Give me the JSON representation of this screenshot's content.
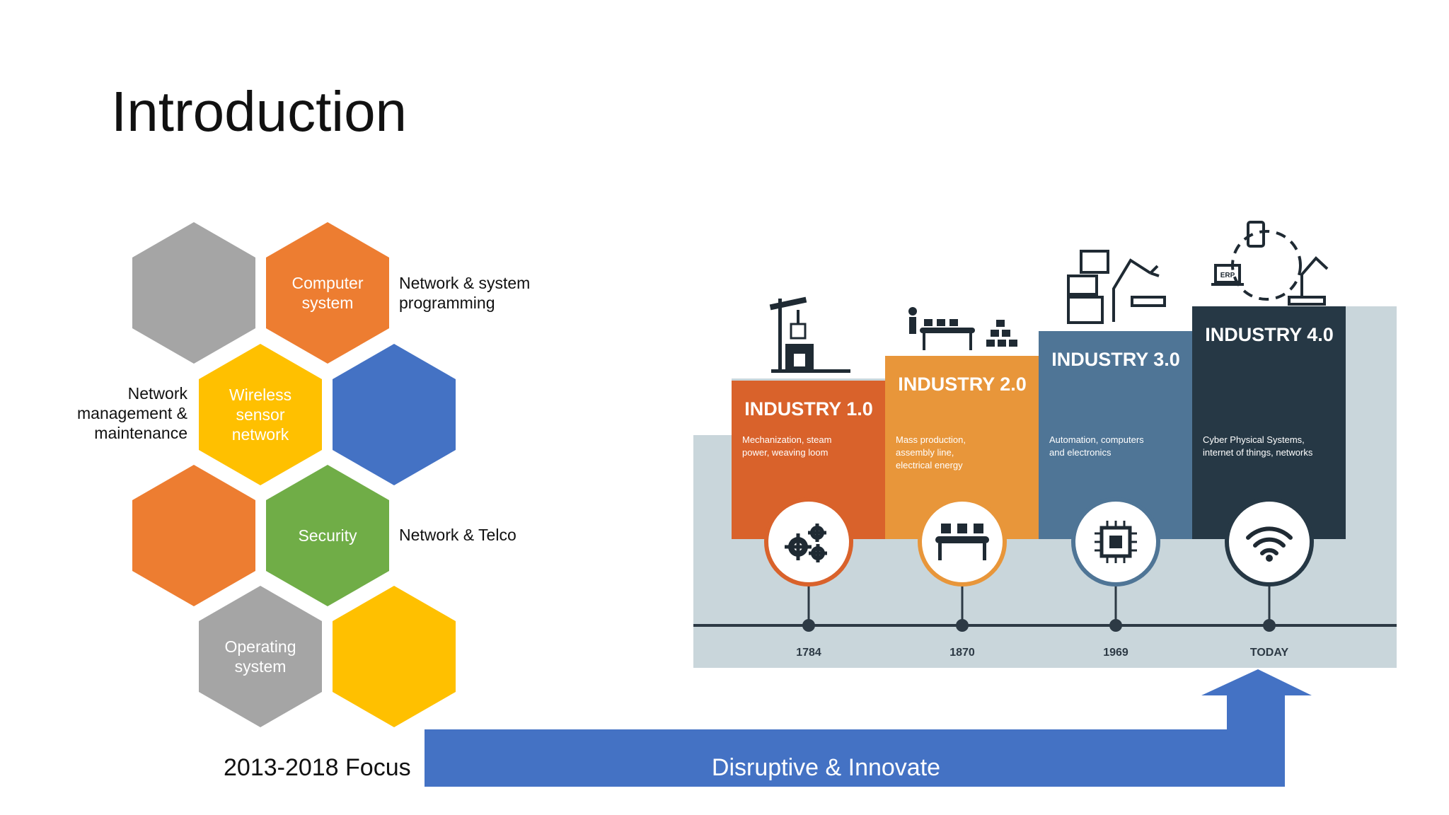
{
  "slide": {
    "title": "Introduction",
    "focus_label": "2013-2018 Focus",
    "arrow_label": "Disruptive & Innovate"
  },
  "hexagons": {
    "computer_system": "Computer\nsystem",
    "wireless_sensor_network": "Wireless\nsensor\nnetwork",
    "security": "Security",
    "operating_system": "Operating\nsystem"
  },
  "labels": {
    "network_system_programming": "Network & system\nprogramming",
    "network_management": "Network\nmanagement &\nmaintenance",
    "network_telco": "Network & Telco"
  },
  "industry": [
    {
      "title": "INDUSTRY 1.0",
      "desc": "Mechanization, steam\npower, weaving loom",
      "year": "1784",
      "color": "#d9622b",
      "icon": "gears-icon"
    },
    {
      "title": "INDUSTRY 2.0",
      "desc": "Mass production,\nassembly line,\nelectrical energy",
      "year": "1870",
      "color": "#e8963a",
      "icon": "conveyor-icon"
    },
    {
      "title": "INDUSTRY 3.0",
      "desc": "Automation, computers\nand electronics",
      "year": "1969",
      "color": "#4f7596",
      "icon": "chip-icon"
    },
    {
      "title": "INDUSTRY 4.0",
      "desc": "Cyber Physical Systems,\ninternet of things, networks",
      "year": "TODAY",
      "color": "#263845",
      "icon": "wifi-icon"
    }
  ],
  "erp_label": "ERP",
  "colors": {
    "orange": "#ed7d31",
    "gray": "#a5a5a5",
    "yellow": "#ffc000",
    "blue": "#4472c4",
    "green": "#70ad47",
    "timeline_bg": "#c9d6db"
  }
}
